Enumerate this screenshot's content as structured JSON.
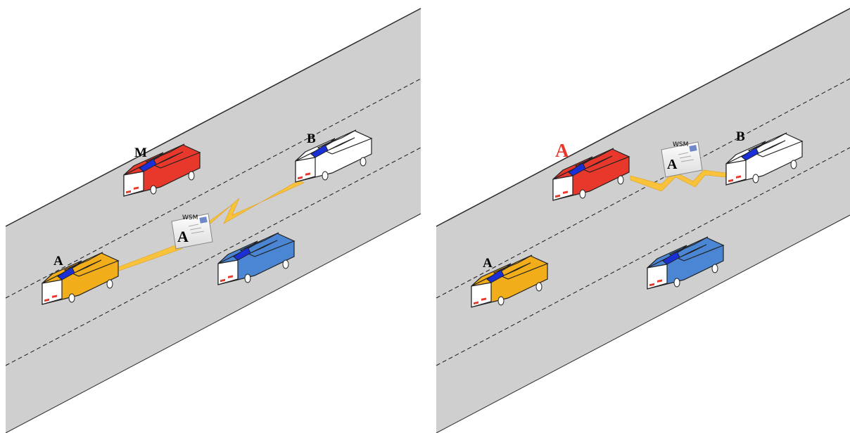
{
  "colors": {
    "road": "#cfcfcf",
    "road_edge": "#2b2b2b",
    "lane_dash": "#1a1a1a",
    "window": "#1b2fd6",
    "bolt": "#f8c23a",
    "attacker_label": "#e8382c",
    "car_yellow": "#f2ad1b",
    "car_red": "#e8382c",
    "car_white": "#ffffff",
    "car_blue": "#4a86d4"
  },
  "left_panel": {
    "labels": {
      "attacker": "M",
      "sender": "A",
      "receiver": "B"
    },
    "message": {
      "tag": "WSM",
      "letter": "A"
    }
  },
  "right_panel": {
    "labels": {
      "impersonated": "A",
      "sender": "A",
      "receiver": "B"
    },
    "message": {
      "tag": "WSM",
      "letter": "A"
    }
  }
}
